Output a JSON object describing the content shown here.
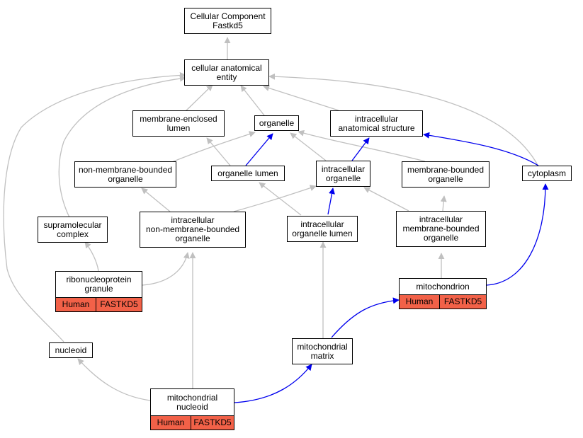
{
  "nodes": {
    "root": [
      "Cellular Component",
      "Fastkd5"
    ],
    "cae": [
      "cellular anatomical",
      "entity"
    ],
    "mel": [
      "membrane-enclosed",
      "lumen"
    ],
    "org": [
      "organelle"
    ],
    "ias": [
      "intracellular",
      "anatomical structure"
    ],
    "nmbo": [
      "non-membrane-bounded",
      "organelle"
    ],
    "orglum": [
      "organelle lumen"
    ],
    "io": [
      "intracellular",
      "organelle"
    ],
    "mbo": [
      "membrane-bounded",
      "organelle"
    ],
    "cyto": [
      "cytoplasm"
    ],
    "smc": [
      "supramolecular",
      "complex"
    ],
    "inmbo": [
      "intracellular",
      "non-membrane-bounded",
      "organelle"
    ],
    "iol": [
      "intracellular",
      "organelle lumen"
    ],
    "imbo": [
      "intracellular",
      "membrane-bounded",
      "organelle"
    ],
    "rnpg": [
      "ribonucleoprotein",
      "granule"
    ],
    "mito": [
      "mitochondrion"
    ],
    "nucleoid": [
      "nucleoid"
    ],
    "mmat": [
      "mitochondrial",
      "matrix"
    ],
    "mnuc": [
      "mitochondrial",
      "nucleoid"
    ]
  },
  "annotation": {
    "species": "Human",
    "gene": "FASTKD5",
    "color": "#f26148"
  },
  "edge_colors": {
    "is_a": "#c0c0c0",
    "part_of": "#0000ee"
  }
}
